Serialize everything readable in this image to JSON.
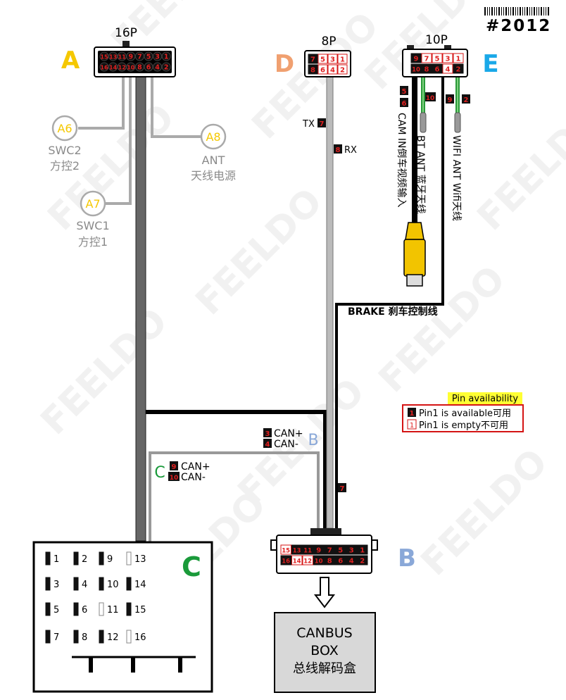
{
  "header": {
    "model_code": "#2012"
  },
  "watermark": {
    "text": "FEELDO"
  },
  "connectors": {
    "A": {
      "letter": "A",
      "pin_count_label": "16P",
      "top_row": [
        "15",
        "13",
        "11",
        "9",
        "7",
        "5",
        "3",
        "1"
      ],
      "bottom_row": [
        "16",
        "14",
        "12",
        "10",
        "8",
        "6",
        "4",
        "2"
      ]
    },
    "D": {
      "letter": "D",
      "pin_count_label": "8P",
      "top_row": [
        "7",
        "5",
        "3",
        "1"
      ],
      "bottom_row": [
        "8",
        "6",
        "4",
        "2"
      ]
    },
    "E": {
      "letter": "E",
      "pin_count_label": "10P",
      "top_row": [
        "9",
        "7",
        "5",
        "3",
        "1"
      ],
      "bottom_row": [
        "10",
        "8",
        "6",
        "4",
        "2"
      ]
    },
    "B": {
      "letter": "B",
      "top_row": [
        "15",
        "13",
        "11",
        "9",
        "7",
        "5",
        "3",
        "1"
      ],
      "bottom_row": [
        "16",
        "14",
        "12",
        "10",
        "8",
        "6",
        "4",
        "2"
      ]
    },
    "C": {
      "letter": "C",
      "rows": [
        [
          "1",
          "2",
          "9",
          "13"
        ],
        [
          "3",
          "4",
          "10",
          "14"
        ],
        [
          "5",
          "6",
          "11",
          "15"
        ],
        [
          "7",
          "8",
          "12",
          "16"
        ]
      ]
    }
  },
  "wires": {
    "A6": {
      "id": "A6",
      "label_en": "SWC2",
      "label_cn": "方控2"
    },
    "A7": {
      "id": "A7",
      "label_en": "SWC1",
      "label_cn": "方控1"
    },
    "A8": {
      "id": "A8",
      "label_en": "ANT",
      "label_cn": "天线电源"
    },
    "tx": {
      "text": "TX",
      "pin": "7"
    },
    "rx": {
      "text": "RX",
      "pin": "8"
    },
    "cam": {
      "text": "CAM IN倒车视频输入",
      "pins": [
        "5",
        "6"
      ]
    },
    "bt": {
      "text": "BT ANT 蓝牙天线",
      "pin": "10"
    },
    "wifi": {
      "text": "WIFI ANT Wifi天线",
      "pins": [
        "9",
        "2"
      ]
    },
    "brake": {
      "text": "BRAKE 刹车控制线",
      "pin": "7"
    },
    "canB": {
      "high": "CAN+",
      "low": "CAN-",
      "pin_high": "3",
      "pin_low": "4",
      "letter": "B"
    },
    "canC": {
      "high": "CAN+",
      "low": "CAN-",
      "pin_high": "9",
      "pin_low": "10",
      "letter": "C"
    }
  },
  "canbus_box": {
    "line1": "CANBUS",
    "line2": "BOX",
    "line3": "总线解码盒"
  },
  "legend": {
    "title": "Pin availability",
    "available_pin": "1",
    "available_text": "Pin1 is available可用",
    "empty_pin": "1",
    "empty_text": "Pin1 is empty不可用"
  },
  "colors": {
    "red": "#d41414",
    "yellow": "#f5c800",
    "orange": "#f0a070",
    "cyan": "#1aa8e8",
    "green": "#1a9a3a",
    "blue": "#8aa8d8",
    "gray": "#a0a0a0",
    "wire_dark": "#555555",
    "legend_bg": "#ffff33"
  }
}
